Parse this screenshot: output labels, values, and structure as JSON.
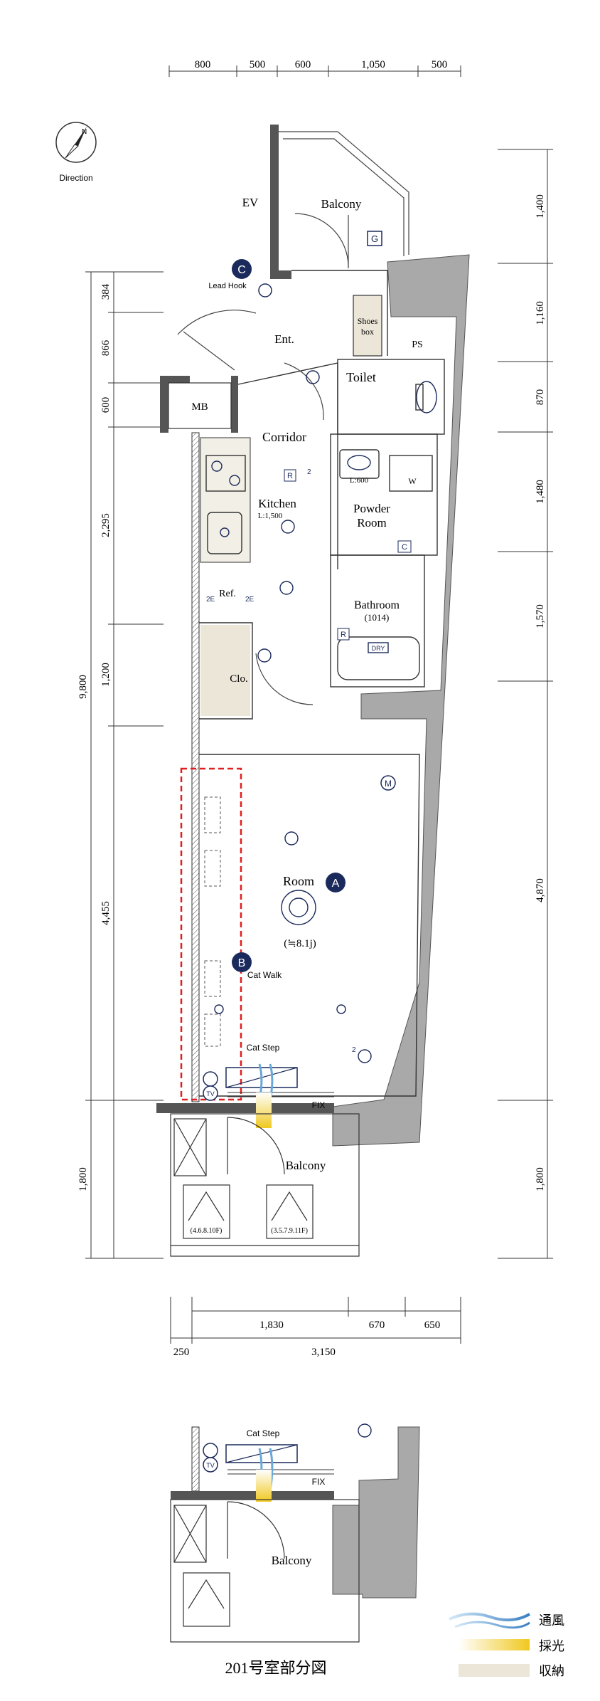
{
  "compass": {
    "label": "Direction",
    "north": "N"
  },
  "dimensions": {
    "top": [
      "800",
      "500",
      "600",
      "1,050",
      "500"
    ],
    "left": [
      "384",
      "866",
      "600",
      "2,295",
      "1,200",
      "4,455",
      "1,800"
    ],
    "left_total": "9,800",
    "right": [
      "1,400",
      "1,160",
      "870",
      "1,480",
      "1,570",
      "4,870",
      "1,800"
    ],
    "bottom_row1": [
      "1,830",
      "670",
      "650"
    ],
    "bottom_row2": [
      "250",
      "3,150"
    ]
  },
  "rooms": {
    "ev": "EV",
    "balcony_top": "Balcony",
    "shoes_box_line1": "Shoes",
    "shoes_box_line2": "box",
    "ent": "Ent.",
    "ps": "PS",
    "toilet": "Toilet",
    "mb": "MB",
    "corridor": "Corridor",
    "kitchen": "Kitchen",
    "kitchen_size": "L:1,500",
    "l600": "L:600",
    "washer": "W",
    "powder_line1": "Powder",
    "powder_line2": "Room",
    "ref": "Ref.",
    "bathroom": "Bathroom",
    "bathroom_size": "(1014)",
    "dry": "DRY",
    "clo": "Clo.",
    "room": "Room",
    "room_area": "(≒8.1j)",
    "cat_walk": "Cat Walk",
    "cat_step": "Cat Step",
    "tv": "TV",
    "fix": "FIX",
    "balcony_bottom": "Balcony",
    "hatch_left": "(4.6.8.10F)",
    "hatch_right": "(3.5.7.9.11F)"
  },
  "markers": {
    "a": "A",
    "b": "B",
    "c": "C",
    "c_label": "Lead Hook",
    "g": "G",
    "m": "M",
    "r": "R",
    "c_box": "C"
  },
  "symbols": {
    "two_e": "2E",
    "two": "2"
  },
  "detail": {
    "cat_step": "Cat Step",
    "tv": "TV",
    "fix": "FIX",
    "balcony": "Balcony",
    "caption": "201号室部分図"
  },
  "legend": [
    {
      "label": "通風",
      "kind": "ventilation"
    },
    {
      "label": "採光",
      "kind": "lighting"
    },
    {
      "label": "収納",
      "kind": "storage"
    }
  ],
  "colors": {
    "wall": "#a9a9a9",
    "storage": "#ece6d8",
    "marker": "#1b2a5c",
    "highlight": "#e02020",
    "air": "#6aa8d8",
    "light": "#f0c820"
  }
}
